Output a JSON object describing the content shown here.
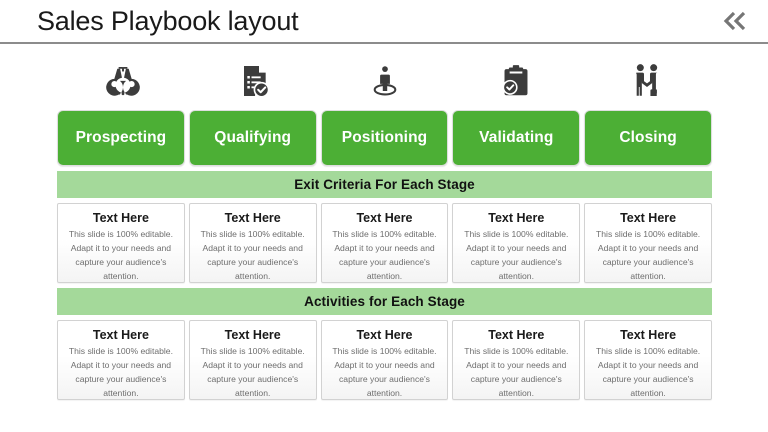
{
  "header": {
    "title": "Sales Playbook layout",
    "collapse_icon": "chevron-double-left-icon"
  },
  "slide": {
    "stages": [
      {
        "name": "Prospecting",
        "icon": "binoculars-icon"
      },
      {
        "name": "Qualifying",
        "icon": "checklist-document-check-icon"
      },
      {
        "name": "Positioning",
        "icon": "person-in-circle-icon"
      },
      {
        "name": "Validating",
        "icon": "clipboard-check-icon"
      },
      {
        "name": "Closing",
        "icon": "handshake-icon"
      }
    ],
    "sections": [
      {
        "band_label": "Exit Criteria For Each Stage",
        "cards": [
          {
            "title": "Text Here",
            "body": "This slide is 100% editable. Adapt it to your needs and capture your audience's attention."
          },
          {
            "title": "Text Here",
            "body": "This slide is 100% editable. Adapt it to your needs and capture your audience's attention."
          },
          {
            "title": "Text Here",
            "body": "This slide is 100% editable. Adapt it to your needs and capture your audience's attention."
          },
          {
            "title": "Text Here",
            "body": "This slide is 100% editable. Adapt it to your needs and capture your audience's attention."
          },
          {
            "title": "Text Here",
            "body": "This slide is 100% editable. Adapt it to your needs and capture your audience's attention."
          }
        ]
      },
      {
        "band_label": "Activities for Each Stage",
        "cards": [
          {
            "title": "Text Here",
            "body": "This slide is 100% editable. Adapt it to your needs and capture your audience's attention."
          },
          {
            "title": "Text Here",
            "body": "This slide is 100% editable. Adapt it to your needs and capture your audience's attention."
          },
          {
            "title": "Text Here",
            "body": "This slide is 100% editable. Adapt it to your needs and capture your audience's attention."
          },
          {
            "title": "Text Here",
            "body": "This slide is 100% editable. Adapt it to your needs and capture your audience's attention."
          },
          {
            "title": "Text Here",
            "body": "This slide is 100% editable. Adapt it to your needs and capture your audience's attention."
          }
        ]
      }
    ]
  },
  "colors": {
    "stage_green": "#4CAF35",
    "band_green": "#A4D99A",
    "icon_dark": "#3c3c3c",
    "header_rule": "#8c8c8c"
  }
}
